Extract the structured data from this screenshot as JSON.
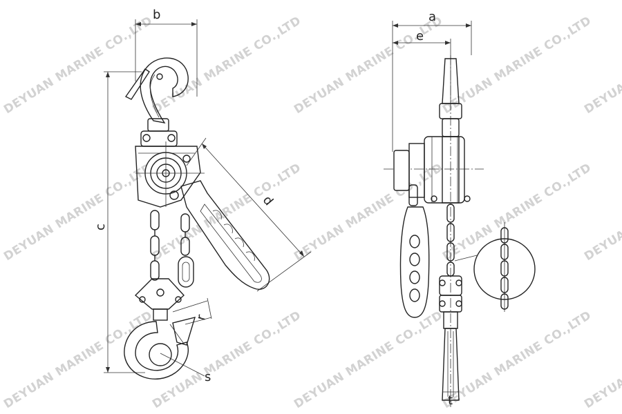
{
  "labels": {
    "b": "b",
    "c": "c",
    "d": "d",
    "r": "r",
    "s": "s",
    "a": "a",
    "e": "e",
    "t": "t"
  },
  "watermark": "DEYUAN MARINE CO.,LTD"
}
